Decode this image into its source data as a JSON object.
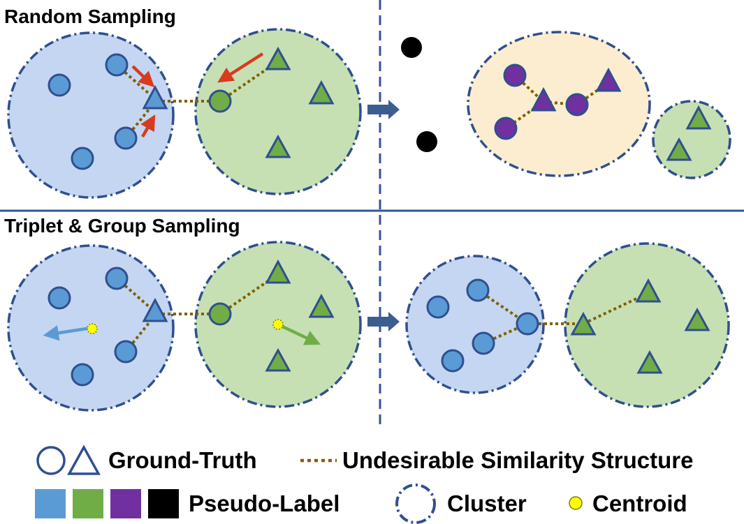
{
  "sections": {
    "top_title": "Random Sampling",
    "bottom_title": "Triplet & Group Sampling"
  },
  "legend": {
    "ground_truth_label": "Ground-Truth",
    "undesirable_label": "Undesirable Similarity Structure",
    "pseudo_label_label": "Pseudo-Label",
    "cluster_label": "Cluster",
    "centroid_label": "Centroid",
    "pseudo_label_colors": [
      "#5b9bd5",
      "#70ad47",
      "#7030a0",
      "#000000"
    ]
  },
  "colors": {
    "blue_fill": "#5b9bd5",
    "green_fill": "#70ad47",
    "purple_fill": "#7030a0",
    "black_fill": "#000000",
    "blue_cluster_bg": "#c5d6f2",
    "green_cluster_bg": "#c6e0b4",
    "orange_cluster_bg": "#fdedd0",
    "outline": "#2f4f8f",
    "dotted_line": "#7f6000",
    "red_arrow": "#d83b1e",
    "centroid": "#ffff00",
    "divider": "#2f5597"
  }
}
